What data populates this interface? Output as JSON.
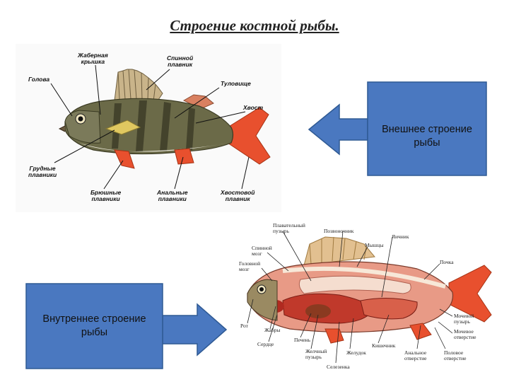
{
  "title": "Строение костной рыбы.",
  "external": {
    "callout": "Внешнее строение\nрыбы",
    "labels": {
      "gill_cover": "Жаберная\nкрышка",
      "head": "Голова",
      "dorsal_fin": "Спинной\nплавник",
      "trunk": "Туловище",
      "tail": "Хвост",
      "pectoral": "Грудные\nплавники",
      "pelvic": "Брюшные\nплавники",
      "anal": "Анальные\nплавники",
      "caudal": "Хвостовой\nплавник"
    }
  },
  "internal": {
    "callout": "Внутреннее строение\nрыбы",
    "labels": {
      "swim_bladder": "Плавательный\nпузырь",
      "spine": "Позвоночник",
      "ovary": "Яичник",
      "muscles": "Мышцы",
      "spinal_cord": "Спинной\nмозг",
      "brain": "Головной\nмозг",
      "kidney": "Почка",
      "mouth": "Рот",
      "gills": "Жабры",
      "heart": "Сердце",
      "liver": "Печень",
      "gallbladder": "Желчный\nпузырь",
      "stomach": "Желудок",
      "spleen": "Селезенка",
      "intestine": "Кишечник",
      "anus": "Анальное\nотверстие",
      "genital": "Половое\nотверстие",
      "urinary_opening": "Мочевое\nотверстие",
      "bladder": "Мочевой\nпузырь"
    }
  },
  "colors": {
    "callout_fill": "#4a78c0",
    "callout_border": "#2f5a94",
    "fin_red": "#e8502e",
    "fish_body": "#6b6a48",
    "muscle": "#e89a86"
  }
}
